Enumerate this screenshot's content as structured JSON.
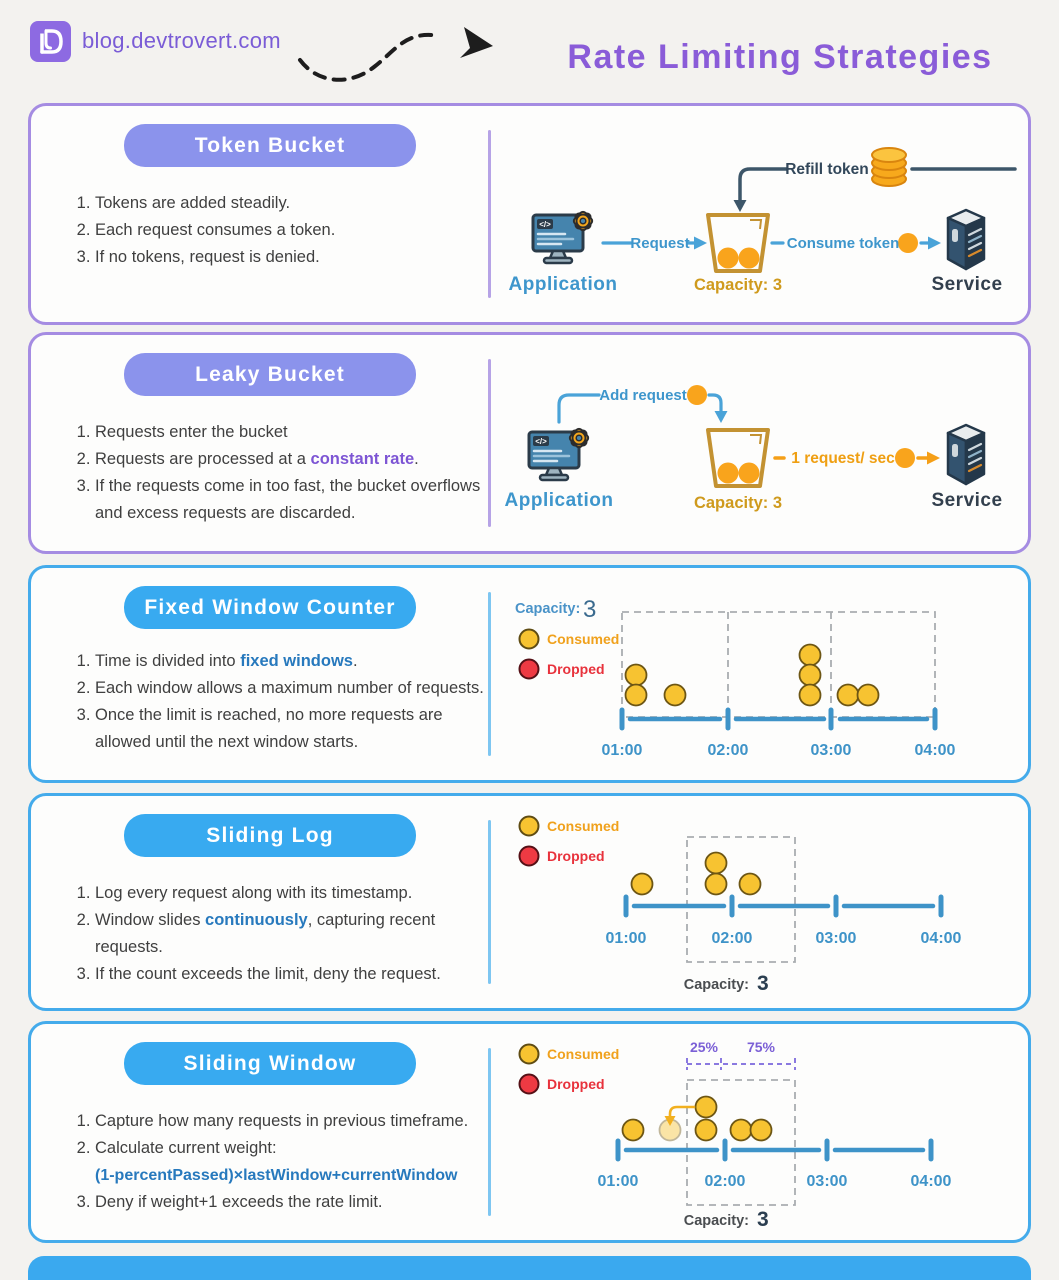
{
  "header": {
    "site": "blog.devtrovert.com",
    "title": "Rate Limiting Strategies"
  },
  "colors": {
    "accent_purple": "#8a5cd8",
    "banner_purple": "#8b93ec",
    "banner_blue": "#38aaf0",
    "border_purple": "#a58ce2",
    "border_blue": "#44abeb",
    "token_yellow": "#f7c331",
    "token_orange": "#f9a41c",
    "dropped_red": "#ee3a43",
    "timeline_blue": "#3e93c8",
    "bucket_gold": "#c39232",
    "flow_orange": "#f59f17"
  },
  "icons": {
    "logo": "devtrovert-d-icon",
    "application": "computer-with-gear-icon",
    "service": "server-tower-icon",
    "bucket": "bucket-icon",
    "refill": "coin-stack-icon",
    "token": "coin-token-icon"
  },
  "sections": [
    {
      "title": "Token Bucket",
      "items": [
        {
          "pre": "Tokens are added steadily."
        },
        {
          "pre": "Each request consumes a token."
        },
        {
          "pre": "If no tokens, request is denied."
        }
      ],
      "diagram": {
        "application_label": "Application",
        "request_label": "Request",
        "refill_label": "Refill token",
        "consume_label": "Consume token",
        "capacity_label": "Capacity: 3",
        "service_label": "Service"
      }
    },
    {
      "title": "Leaky Bucket",
      "items": [
        {
          "pre": "Requests enter the bucket"
        },
        {
          "pre": "Requests are processed at a ",
          "highlight": "constant rate",
          "post": "."
        },
        {
          "pre": "If the requests come in too fast, the bucket overflows and excess requests are discarded."
        }
      ],
      "diagram": {
        "application_label": "Application",
        "add_label": "Add request",
        "rate_label": "1 request/ sec",
        "capacity_label": "Capacity: 3",
        "service_label": "Service"
      }
    },
    {
      "title": "Fixed Window Counter",
      "items": [
        {
          "pre": "Time is divided into ",
          "highlight": "fixed windows",
          "post": "."
        },
        {
          "pre": "Each window allows a maximum number of requests."
        },
        {
          "pre": "Once the limit is reached, no more requests are allowed until the next window starts."
        }
      ],
      "diagram": {
        "capacity_label": "Capacity:",
        "capacity_value": "3",
        "legend_consumed": "Consumed",
        "legend_dropped": "Dropped",
        "ticks": [
          "01:00",
          "02:00",
          "03:00",
          "04:00"
        ]
      }
    },
    {
      "title": "Sliding Log",
      "items": [
        {
          "pre": "Log every request along with its timestamp."
        },
        {
          "pre": "Window slides ",
          "highlight": "continuously",
          "post": ", capturing recent requests."
        },
        {
          "pre": "If the count exceeds the limit, deny the request."
        }
      ],
      "diagram": {
        "legend_consumed": "Consumed",
        "legend_dropped": "Dropped",
        "ticks": [
          "01:00",
          "02:00",
          "03:00",
          "04:00"
        ],
        "capacity_label": "Capacity:",
        "capacity_value": "3"
      }
    },
    {
      "title": "Sliding Window",
      "items": [
        {
          "pre": "Capture how many requests in previous timeframe."
        },
        {
          "pre": "Calculate current weight:",
          "formula": "(1-percentPassed)×lastWindow+currentWindow"
        },
        {
          "pre": "Deny if weight+1 exceeds the rate limit."
        }
      ],
      "diagram": {
        "pct_left": "25%",
        "pct_right": "75%",
        "legend_consumed": "Consumed",
        "legend_dropped": "Dropped",
        "ticks": [
          "01:00",
          "02:00",
          "03:00",
          "04:00"
        ],
        "capacity_label": "Capacity:",
        "capacity_value": "3"
      }
    }
  ]
}
